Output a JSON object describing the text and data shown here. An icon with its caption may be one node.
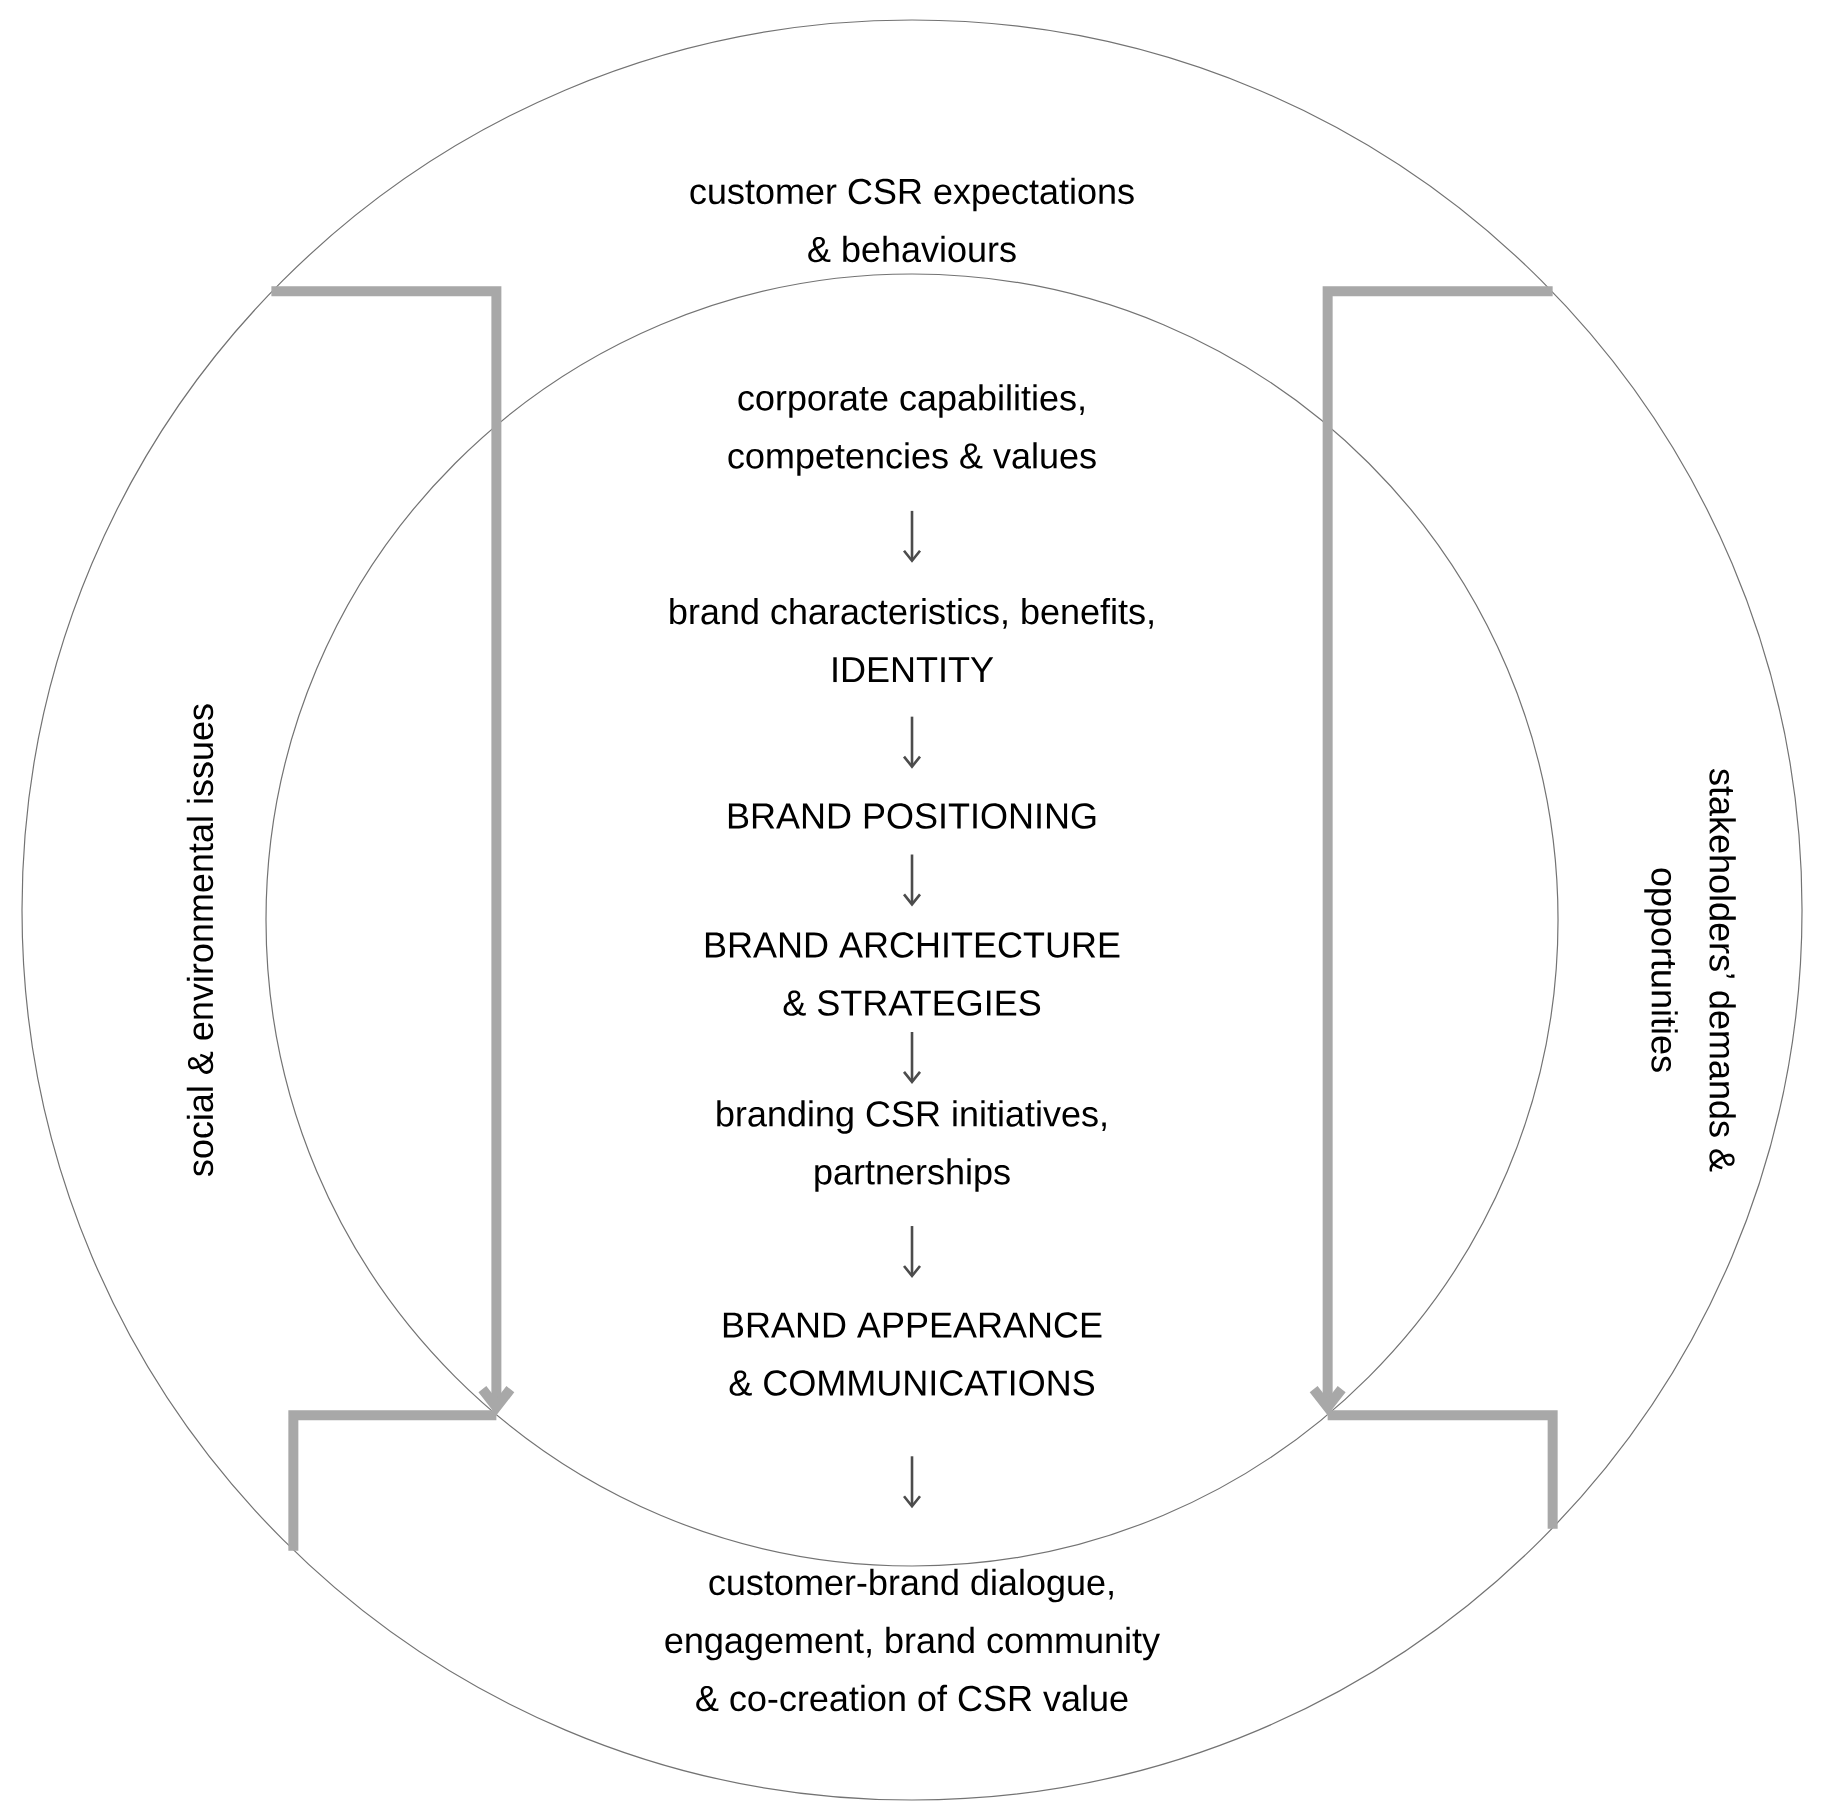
{
  "diagram": {
    "nodes": [
      {
        "text": [
          "customer CSR expectations & behaviours",
          "social & environmental issues",
          "stakeholders’ demands & opportunities"
        ]
      },
      {
        "text": [],
        "shape": "circle",
        "in": 0
      },
      {
        "text": [
          "corporate capabilities, competencies & values"
        ],
        "in": 1
      },
      {
        "text": [
          "brand characteristics, benefits, IDENTITY"
        ],
        "in": 1
      },
      {
        "text": [
          "BRAND POSITIONING"
        ],
        "in": 1
      },
      {
        "text": [
          "BRAND ARCHITECTURE & STRATEGIES"
        ],
        "in": 1
      },
      {
        "text": [
          "branding CSR initiatives, partnerships"
        ],
        "in": 1
      },
      {
        "text": [
          "BRAND APPEARANCE & COMMUNICATIONS"
        ],
        "in": 1
      },
      {
        "text": [
          "customer-brand dialogue, engagement, brand community & co-creation of CSR value"
        ],
        "in": 0
      }
    ],
    "edges": [
      {
        "from": 2,
        "to": 3,
        "arrow": "to"
      },
      {
        "from": 3,
        "to": 4,
        "arrow": "to"
      },
      {
        "from": 4,
        "to": 5,
        "arrow": "to"
      },
      {
        "from": 5,
        "to": 6,
        "arrow": "to"
      },
      {
        "from": 6,
        "to": 7,
        "arrow": "to"
      },
      {
        "from": 7,
        "to": 8,
        "arrow": "to"
      },
      {
        "from": 0,
        "to": 1,
        "arrow": "to",
        "style": "thick",
        "color": "#a8a8a8"
      },
      {
        "from": 0,
        "to": 1,
        "arrow": "to",
        "style": "thick",
        "color": "#a8a8a8"
      },
      {
        "from": 1,
        "to": 0,
        "arrow": "none",
        "style": "thick",
        "color": "#a8a8a8"
      },
      {
        "from": 1,
        "to": 0,
        "arrow": "none",
        "style": "thick",
        "color": "#a8a8a8"
      }
    ]
  }
}
